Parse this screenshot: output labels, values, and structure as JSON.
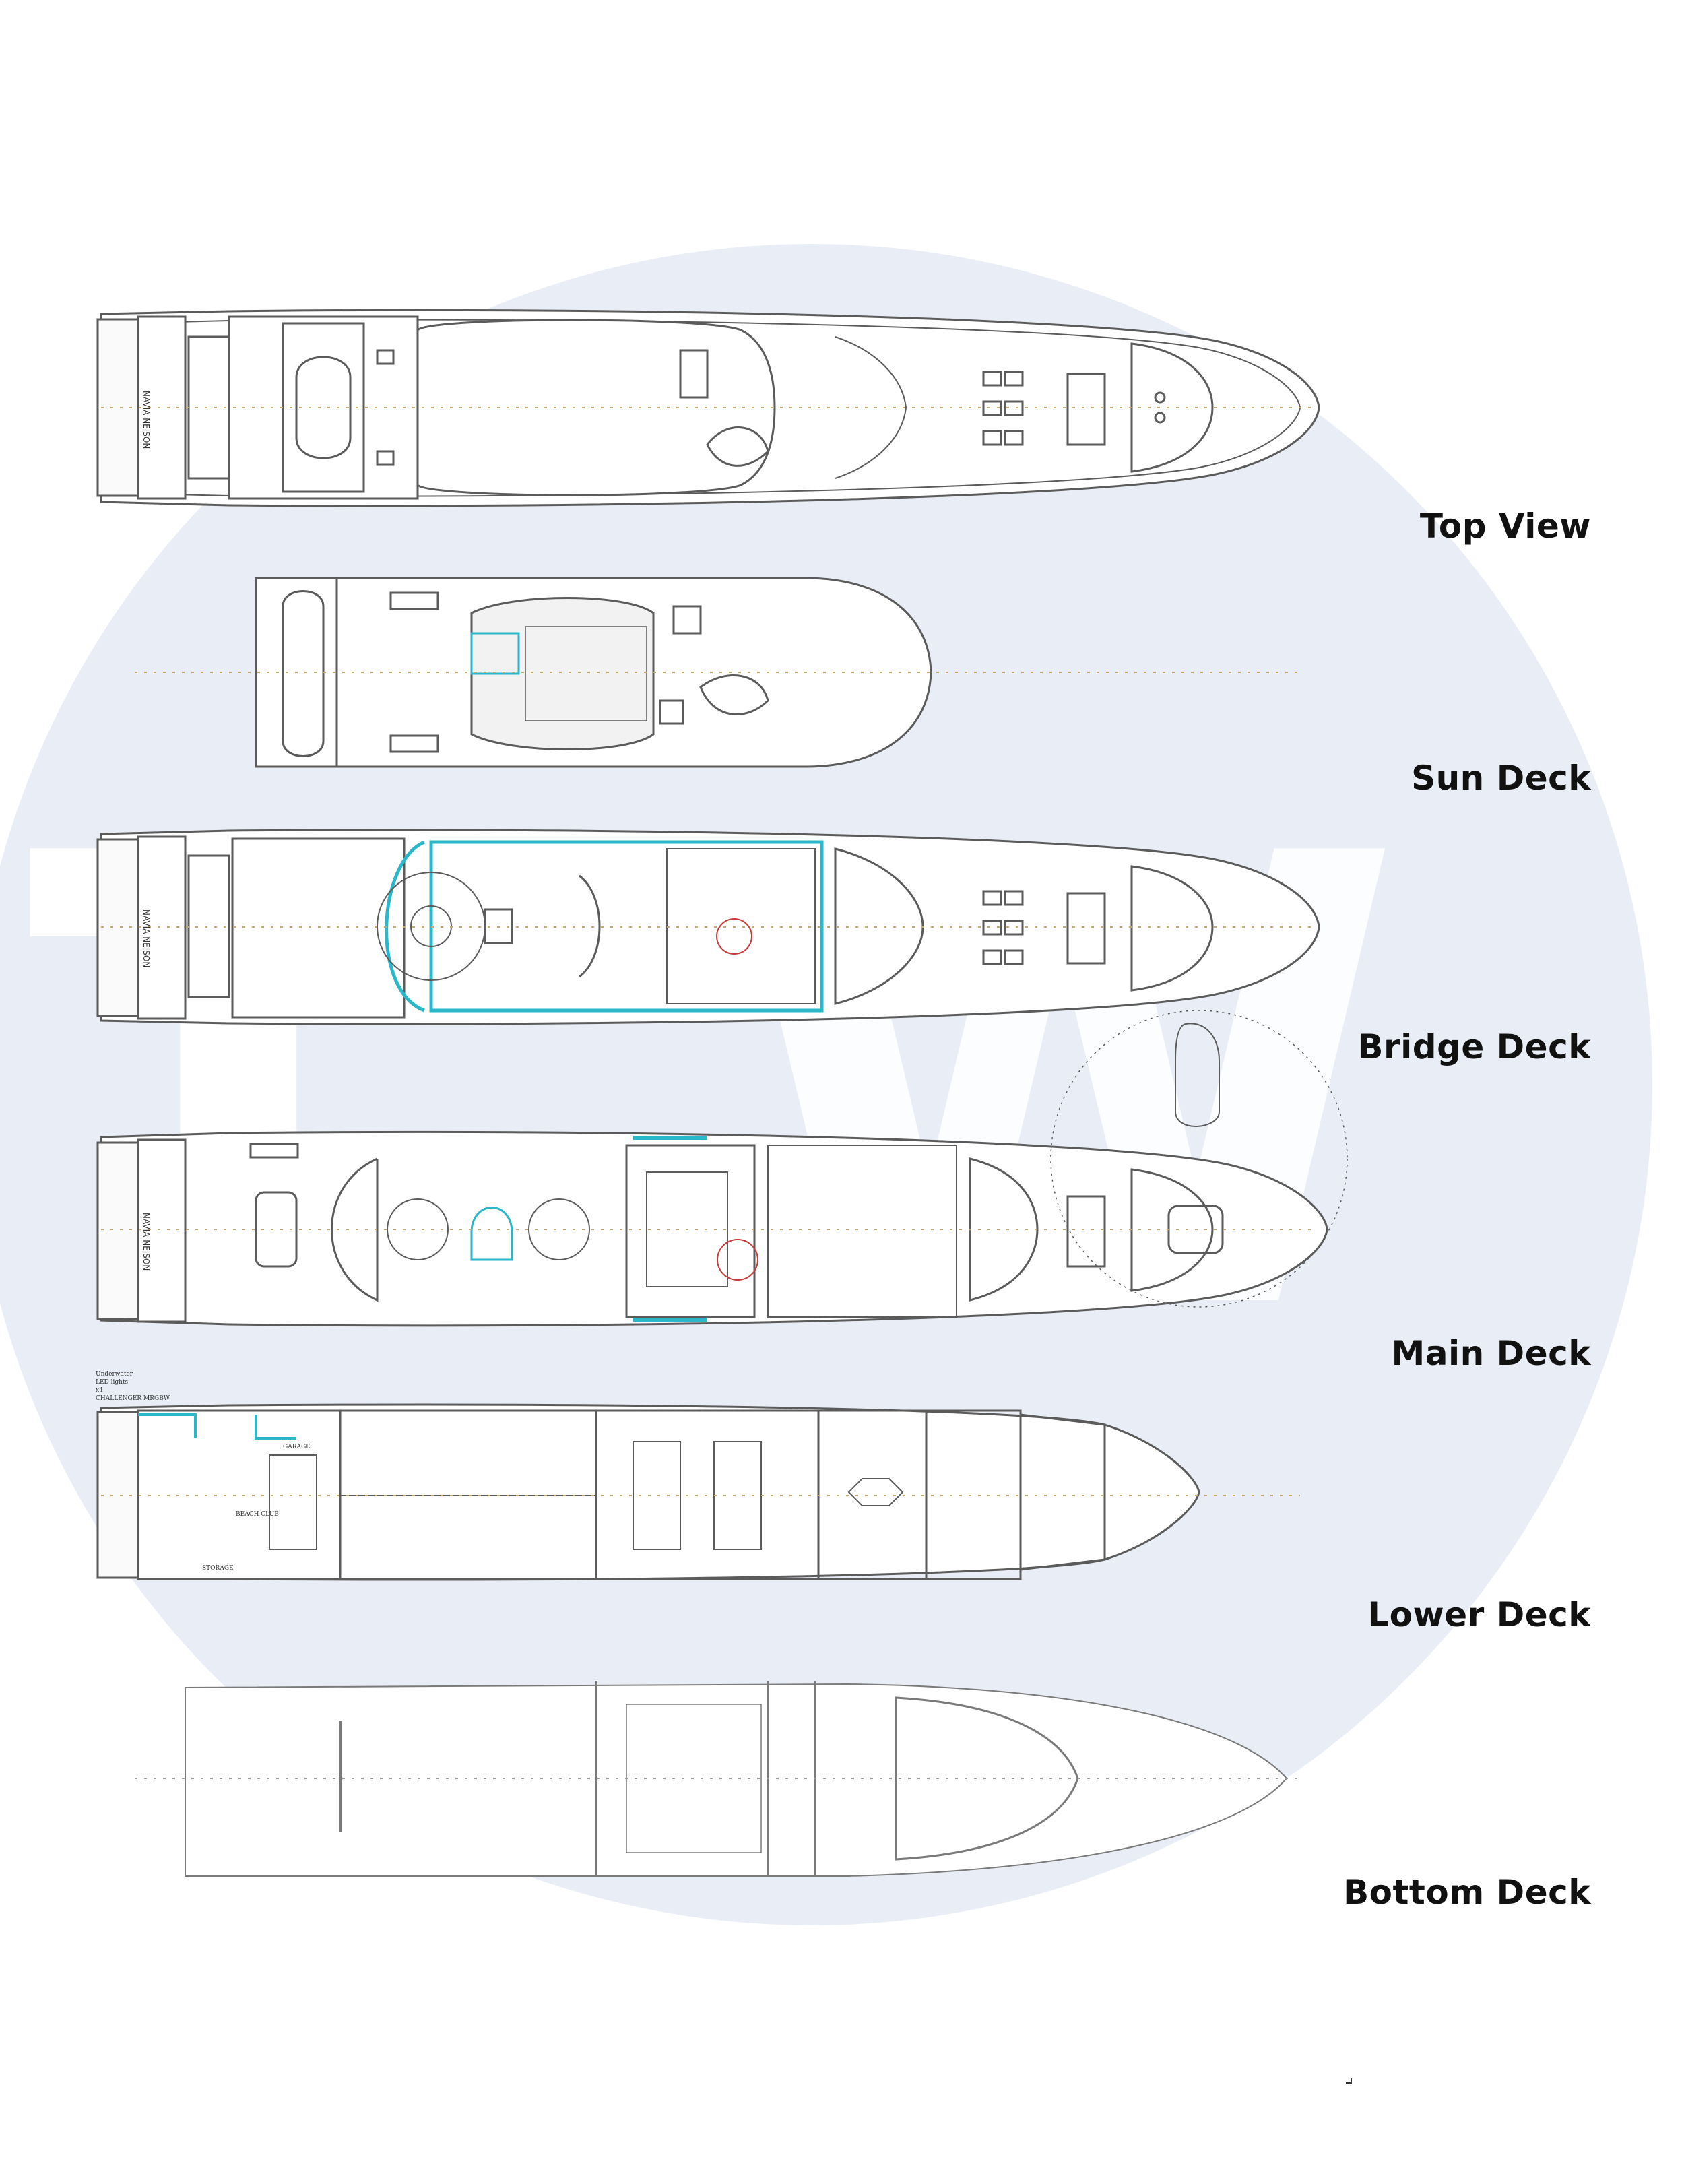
{
  "labels": {
    "top_view": "Top View",
    "sun_deck": "Sun Deck",
    "bridge_deck": "Bridge Deck",
    "main_deck": "Main Deck",
    "lower_deck": "Lower Deck",
    "bottom_deck": "Bottom Deck"
  },
  "plan_text": {
    "stern_name": "NAVIA NEISON",
    "beach_club": "BEACH CLUB",
    "garage": "GARAGE",
    "storage": "STORAGE",
    "note_line_1": "Underwater",
    "note_line_2": "LED lights",
    "note_line_3": "x4",
    "note_line_4": "CHALLENGER MRGBW"
  },
  "colors": {
    "background": "#ffffff",
    "watermark": "#e9eef6",
    "line": "#5b5b5b",
    "accent": "#29b7c9",
    "centerline": "#c6a86a",
    "label": "#111111"
  }
}
